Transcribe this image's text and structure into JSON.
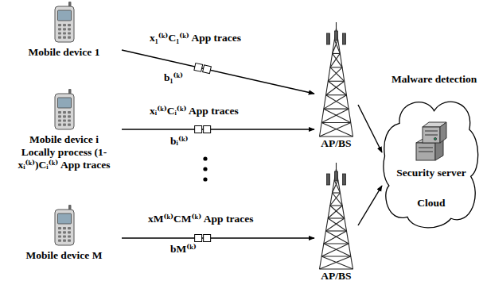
{
  "diagram": {
    "nodes": [
      {
        "text": [
          "Mobile device 1"
        ]
      },
      {
        "text": [
          "Mobile device i",
          "Locally process (1-xᵢ⁽ᵏ⁾)Cᵢ⁽ᵏ⁾ App traces"
        ]
      },
      {
        "text": [
          "Mobile device M"
        ]
      },
      {
        "text": [
          "AP/BS"
        ]
      },
      {
        "text": [
          "AP/BS"
        ]
      },
      {
        "text": [
          "Security server",
          "Cloud"
        ]
      }
    ],
    "edges": [
      {
        "from": 0,
        "to": 3,
        "arrow": "to"
      },
      {
        "from": 1,
        "to": 3,
        "arrow": "to"
      },
      {
        "from": 2,
        "to": 4,
        "arrow": "to"
      },
      {
        "from": 3,
        "to": 5,
        "arrow": "to"
      },
      {
        "from": 4,
        "to": 5,
        "arrow": "to"
      }
    ],
    "labels": [
      "x₁⁽ᵏ⁾C₁⁽ᵏ⁾ App traces",
      "b₁⁽ᵏ⁾",
      "xᵢ⁽ᵏ⁾Cᵢ⁽ᵏ⁾ App traces",
      "bᵢ⁽ᵏ⁾",
      "xM⁽ᵏ⁾CM⁽ᵏ⁾ App traces",
      "bM⁽ᵏ⁾",
      "Malware detection"
    ]
  }
}
